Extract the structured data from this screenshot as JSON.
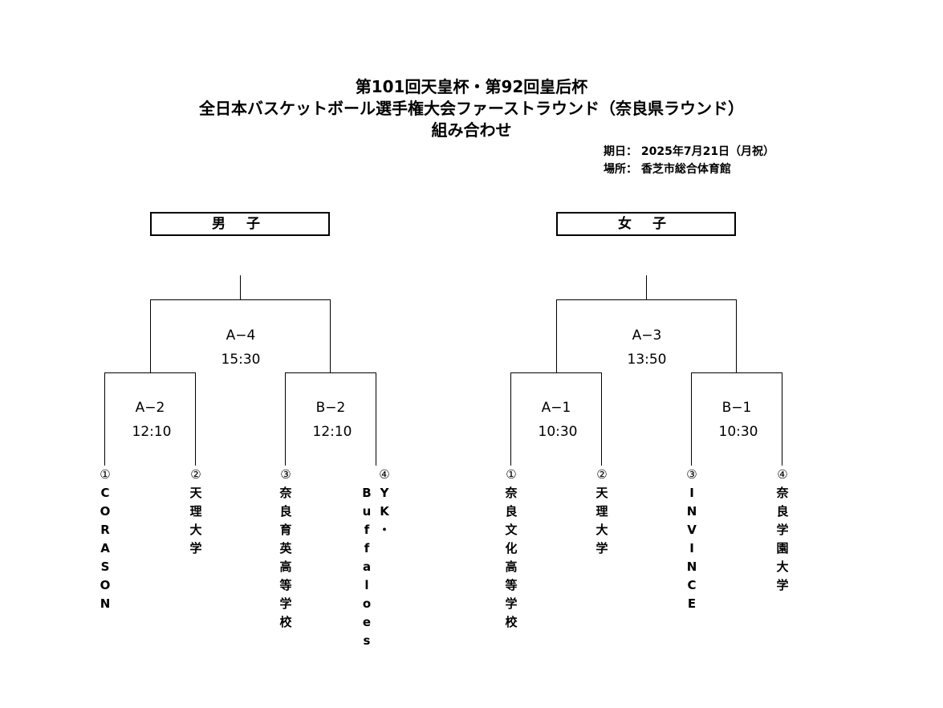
{
  "title": {
    "line1": "第101回天皇杯・第92回皇后杯",
    "line2": "全日本バスケットボール選手権大会ファーストラウンド（奈良県ラウンド）",
    "line3": "組み合わせ"
  },
  "meta": {
    "date": "期日：  2025年7月21日（月祝）",
    "venue": "場所：  香芝市総合体育館"
  },
  "men": {
    "heading": "男 子",
    "final": {
      "code": "A−4",
      "time": "15:30"
    },
    "semis": [
      {
        "code": "A−2",
        "time": "12:10"
      },
      {
        "code": "B−2",
        "time": "12:10"
      }
    ],
    "teams": [
      {
        "seed": "①",
        "name": "CORASON"
      },
      {
        "seed": "②",
        "name": "天理大学"
      },
      {
        "seed": "③",
        "name": "奈良育英高等学校"
      },
      {
        "seed": "④",
        "name": "YK・",
        "name2": "Buffaloes"
      }
    ]
  },
  "women": {
    "heading": "女 子",
    "final": {
      "code": "A−3",
      "time": "13:50"
    },
    "semis": [
      {
        "code": "A−1",
        "time": "10:30"
      },
      {
        "code": "B−1",
        "time": "10:30"
      }
    ],
    "teams": [
      {
        "seed": "①",
        "name": "奈良文化高等学校"
      },
      {
        "seed": "②",
        "name": "天理大学"
      },
      {
        "seed": "③",
        "name": "INVINCE"
      },
      {
        "seed": "④",
        "name": "奈良学園大学"
      }
    ]
  }
}
